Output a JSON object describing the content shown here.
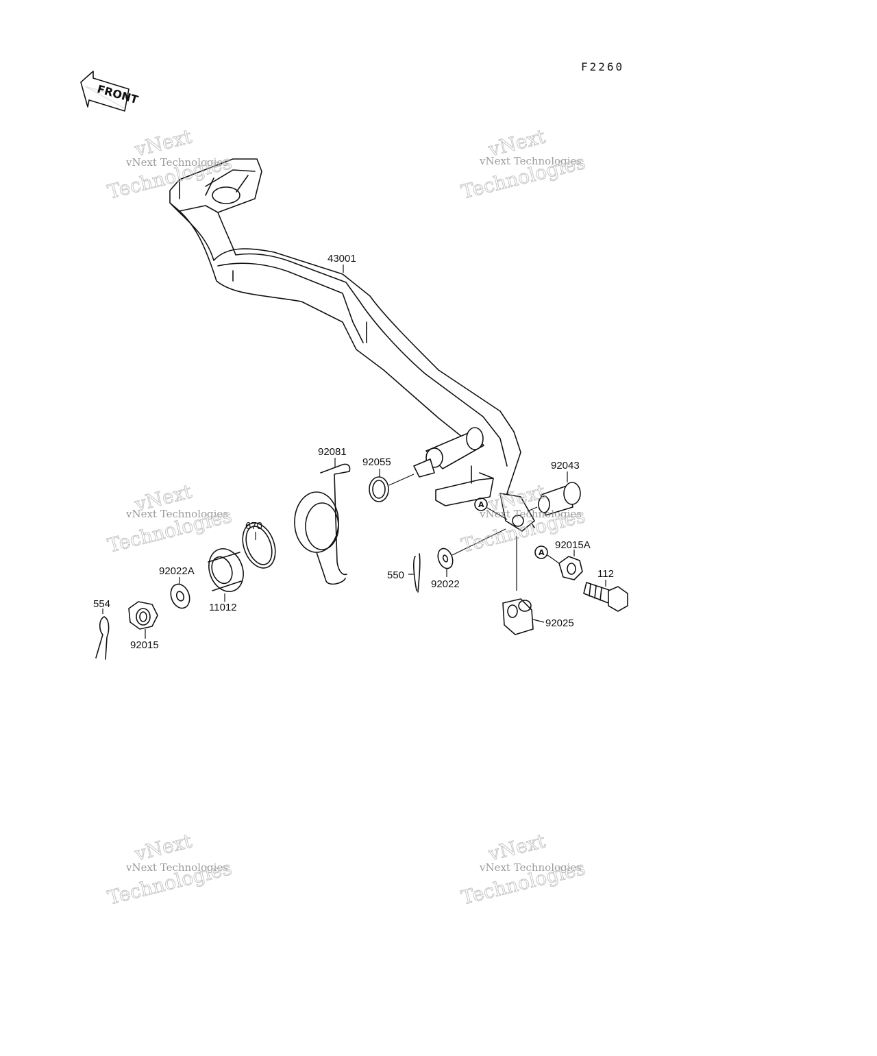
{
  "figure_code": "F2260",
  "front_arrow_label": "FRONT",
  "reference_marker": "A",
  "watermark": {
    "line1": "vNext Technologies",
    "line2": "Technologies",
    "line3": "vNext"
  },
  "parts": {
    "p43001": "43001",
    "p92081": "92081",
    "p92055": "92055",
    "p92043": "92043",
    "p670": "670",
    "p92022A": "92022A",
    "p11012": "11012",
    "p554": "554",
    "p92015": "92015",
    "p550": "550",
    "p92022": "92022",
    "p92015A": "92015A",
    "p112": "112",
    "p92025": "92025"
  }
}
